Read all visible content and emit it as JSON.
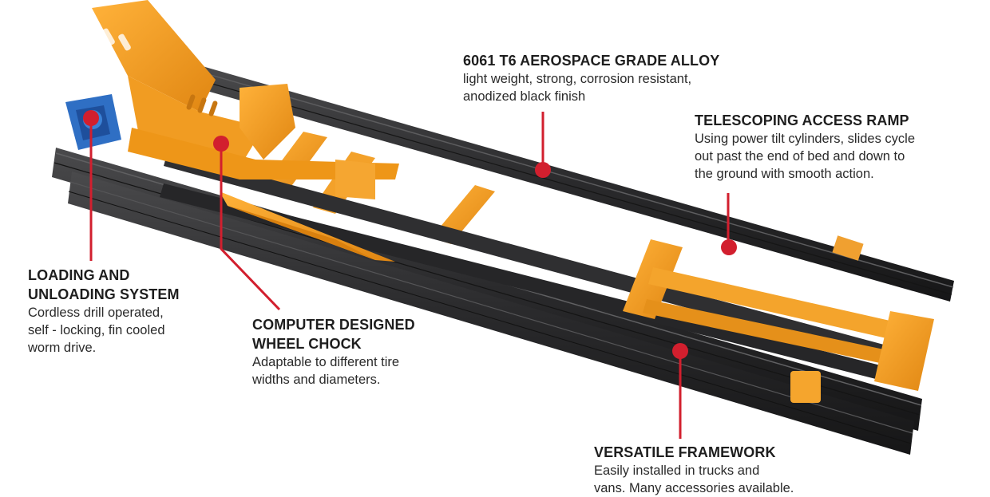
{
  "colors": {
    "accent_red": "#d21f2e",
    "aluminum_black": "#2b2b2d",
    "steel_orange": "#f09a1a"
  },
  "callouts": {
    "alloy": {
      "title": "6061 T6 AEROSPACE GRADE ALLOY",
      "line1": "light weight, strong, corrosion resistant,",
      "line2": "anodized black finish"
    },
    "ramp": {
      "title": "TELESCOPING ACCESS RAMP",
      "line1": "Using power tilt cylinders, slides cycle",
      "line2": "out past the end of bed and down to",
      "line3": "the ground with smooth action."
    },
    "loading": {
      "title1": "LOADING AND",
      "title2": "UNLOADING SYSTEM",
      "line1": "Cordless drill operated,",
      "line2": "self - locking, fin cooled",
      "line3": "worm drive."
    },
    "chock": {
      "title1": "COMPUTER DESIGNED",
      "title2": "WHEEL CHOCK",
      "line1": "Adaptable to different tire",
      "line2": "widths and diameters."
    },
    "framework": {
      "title": "VERSATILE FRAMEWORK",
      "line1": "Easily installed in trucks and",
      "line2": "vans. Many accessories available."
    }
  }
}
